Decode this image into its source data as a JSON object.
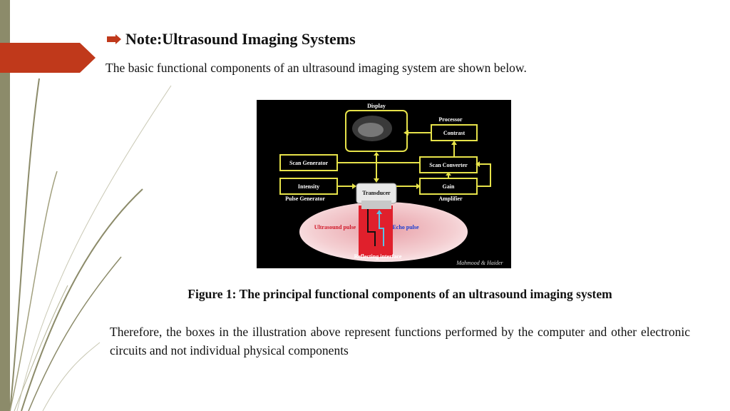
{
  "slide": {
    "title": "Note:Ultrasound Imaging Systems",
    "subtitle": "The basic functional components of an ultrasound imaging system are shown below.",
    "caption": "Figure 1: The principal functional components of an ultrasound imaging system",
    "body": "Therefore, the boxes in the illustration above represent functions performed by the computer and other electronic circuits and not individual physical components"
  },
  "figure": {
    "labels": {
      "display": "Display",
      "processor": "Processor",
      "contrast": "Contrast",
      "scan_generator": "Scan Generator",
      "scan_converter": "Scan Converter",
      "intensity": "Intensity",
      "pulse_generator": "Pulse Generator",
      "transducer": "Transducer",
      "gain": "Gain",
      "amplifier": "Amplifier",
      "ultrasound_pulse": "Ultrasound pulse",
      "echo_pulse": "Echo pulse",
      "reflecting_interface": "Reflecting interface",
      "signature": "Mahmood & Haider"
    }
  },
  "colors": {
    "accent": "#c0391b",
    "strip": "#8c8b6a",
    "box_border": "#e6e24a",
    "figure_bg": "#000000"
  }
}
